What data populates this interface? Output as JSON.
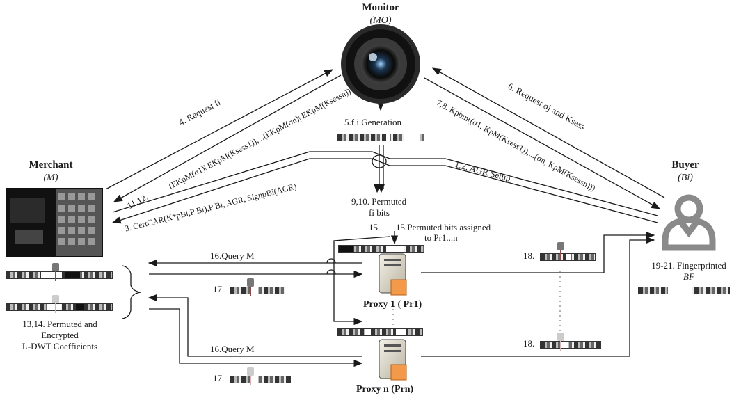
{
  "monitor": {
    "title": "Monitor",
    "abbr": "(MO)"
  },
  "merchant": {
    "title": "Merchant",
    "abbr": "(M)"
  },
  "buyer": {
    "title": "Buyer",
    "abbr": "(Bi)"
  },
  "labels": {
    "step4": "4. Request fi",
    "step4_formula": "(EKpM(σ1)| EKpM(Ksess1)),...(EKpM(σn)| EKpM(Ksessn))",
    "step11_12": "11,12.",
    "step5": "5.f i Generation",
    "step6": "6. Request σj and Ksess",
    "step7_8": "7,8. Kpbm((σ1, KpM(Ksess1)),...(σn, KpM(Ksessn)))",
    "step1_2": "1,2. AGR Setup",
    "step3": "3. CertCAR(K*pBi,P Bi),P Bi, AGR, SignpBi(AGR)",
    "step9_10": "9,10. Permuted",
    "step9_10b": "fi bits",
    "step15a": "15.",
    "step15b": "15.Permuted bits assigned",
    "step15c": "to Pr1...n",
    "step16a": "16.Query M",
    "step16b": "16.Query M",
    "step17a": "17.",
    "step17b": "17.",
    "step18a": "18.",
    "step18b": "18.",
    "step13_14": "13,14. Permuted and",
    "step13_14b": "Encrypted",
    "step13_14c": "L-DWT Coefficients",
    "step19_21": "19-21. Fingerprinted",
    "step19_21b": "BF",
    "proxy1": "Proxy 1 ( Pr1)",
    "proxyn": "Proxy n (Prn)"
  },
  "colors": {
    "line": "#1a1a1a",
    "accent": "#e07a2a"
  },
  "icons": [
    "camera-icon",
    "merchant-image-icon",
    "buyer-icon",
    "server-icon",
    "key-icon"
  ]
}
